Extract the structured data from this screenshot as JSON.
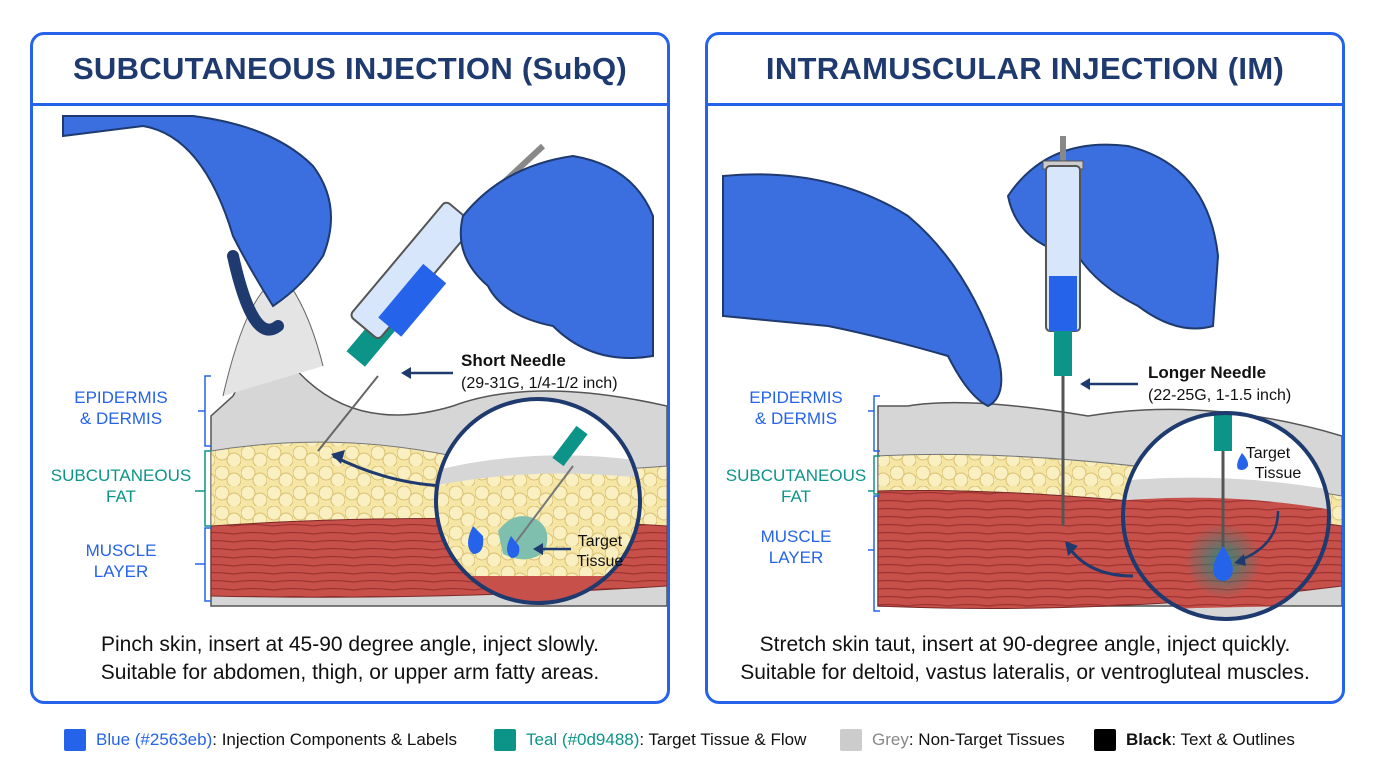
{
  "colors": {
    "blue": "#2563eb",
    "teal": "#0d9488",
    "grey": "#cccccc",
    "black": "#000000",
    "navy": "#1e3a6e"
  },
  "left": {
    "title": "SUBCUTANEOUS INJECTION (SubQ)",
    "layers": {
      "epidermis_1": "EPIDERMIS",
      "epidermis_2": "& DERMIS",
      "fat_1": "SUBCUTANEOUS",
      "fat_2": "FAT",
      "muscle_1": "MUSCLE",
      "muscle_2": "LAYER"
    },
    "needle_label": "Short Needle",
    "needle_spec": "(29-31G, 1/4-1/2 inch)",
    "target_1": "Target",
    "target_2": "Tissue",
    "caption_1": "Pinch skin, insert at 45-90 degree angle, inject slowly.",
    "caption_2": "Suitable for abdomen, thigh, or upper arm fatty areas."
  },
  "right": {
    "title": "INTRAMUSCULAR INJECTION (IM)",
    "layers": {
      "epidermis_1": "EPIDERMIS",
      "epidermis_2": "& DERMIS",
      "fat_1": "SUBCUTANEOUS",
      "fat_2": "FAT",
      "muscle_1": "MUSCLE",
      "muscle_2": "LAYER"
    },
    "needle_label": "Longer Needle",
    "needle_spec": "(22-25G, 1-1.5 inch)",
    "target_1": "Target",
    "target_2": "Tissue",
    "caption_1": "Stretch skin taut, insert at 90-degree angle, inject quickly.",
    "caption_2": "Suitable for deltoid, vastus lateralis, or ventrogluteal muscles."
  },
  "legend": [
    {
      "name": "Blue (#2563eb)",
      "desc": ": Injection Components & Labels"
    },
    {
      "name": "Teal (#0d9488)",
      "desc": ": Target Tissue & Flow"
    },
    {
      "name": "Grey",
      "desc": ": Non-Target Tissues"
    },
    {
      "name": "Black",
      "desc": ": Text & Outlines"
    }
  ]
}
